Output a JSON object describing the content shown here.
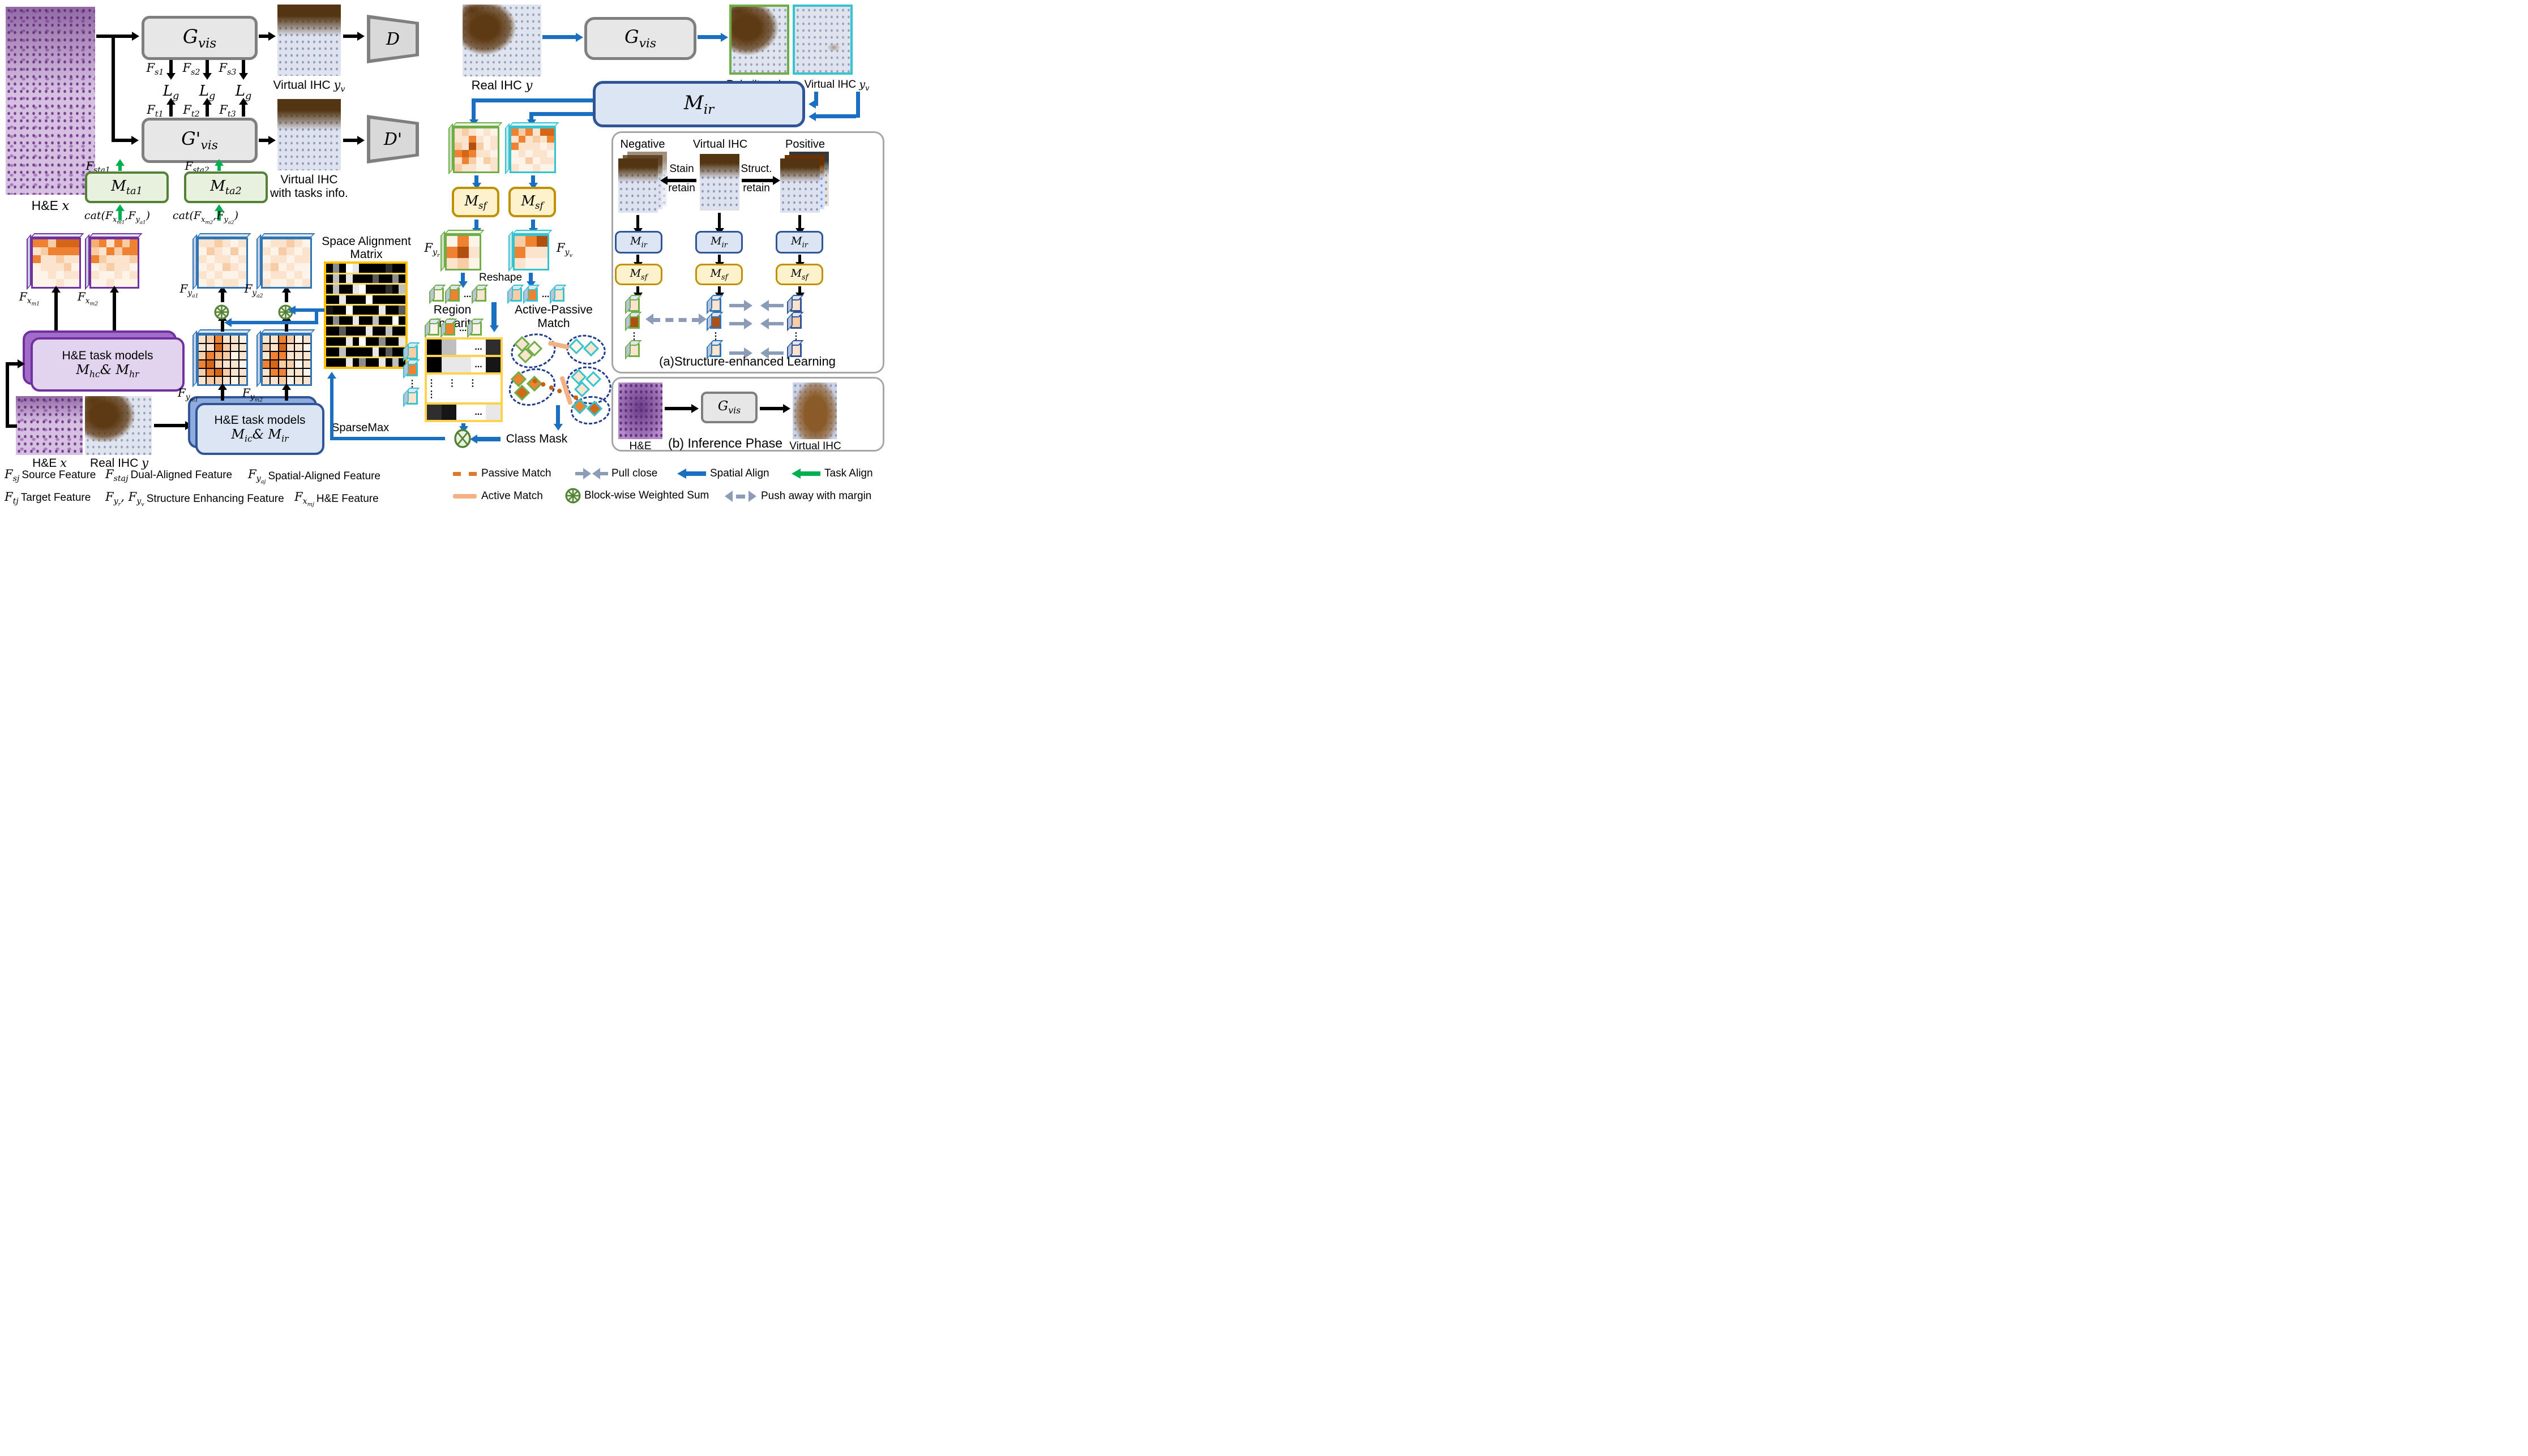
{
  "colors": {
    "blue_arrow": "#1b6fc0",
    "green_arrow": "#00b050",
    "gray_arrow": "#8a9cb8",
    "green_edge": "#6fad47",
    "cyan_edge": "#35c4cf",
    "purple_edge": "#7030a0",
    "navy_edge": "#2f5597",
    "blue_edge": "#2e75b6",
    "yellow_border": "#bf9000",
    "matrix_border": "#ffc000"
  },
  "top_left": {
    "he_img": {
      "pre": "H&E ",
      "sym": "x"
    },
    "gvis": "G_{vis}",
    "gvis_p": "G'_{vis}",
    "fs": [
      "F_{s1}",
      "F_{s2}",
      "F_{s3}"
    ],
    "lg": [
      "L_{g}",
      "L_{g}",
      "L_{g}"
    ],
    "ft": [
      "F_{t1}",
      "F_{t2}",
      "F_{t3}"
    ],
    "d": "D",
    "dp": "D'",
    "vihc": {
      "pre": "Virtual IHC ",
      "sym": "y_{v}"
    },
    "vihc_tasks": [
      "Virtual IHC",
      "with tasks info."
    ],
    "fsta": [
      "F_{sta1}",
      "F_{sta2}"
    ],
    "mta": [
      "M_{ta1}",
      "M_{ta2}"
    ],
    "cat": [
      "cat(F_{x_{m1}},F_{y_{a1}})",
      "cat(F_{x_{m2}},F_{y_{a2}})"
    ]
  },
  "bottom_left": {
    "fxm": [
      "F_{x_{m1}}",
      "F_{x_{m2}}"
    ],
    "fya": [
      "F_{y_{a1}}",
      "F_{y_{a2}}"
    ],
    "fym": [
      "F_{y_{m1}}",
      "F_{y_{m2}}"
    ],
    "purple_box": {
      "line1": "H&E task models",
      "line2": "M_{hc}& M_{hr}"
    },
    "blue_box": {
      "line1": "H&E task models",
      "line2": "M_{ic}& M_{ir}"
    },
    "img_he": {
      "pre": "H&E ",
      "sym": "x"
    },
    "img_ihc": {
      "pre": "Real IHC ",
      "sym": "y"
    },
    "sam_title": [
      "Space Alignment",
      "Matrix"
    ],
    "sparsemax": "SparseMax"
  },
  "middle": {
    "real_ihc": {
      "pre": "Real IHC ",
      "sym": "y"
    },
    "gvis": "G_{vis}",
    "mir": "M_{ir}",
    "rebuilt": {
      "pre": "Rebuilt real ",
      "sym": "y_{r}"
    },
    "vihc": {
      "pre": "Virtual IHC ",
      "sym": "y_{v}"
    },
    "msf": [
      "M_{sf}",
      "M_{sf}"
    ],
    "fyr": "F_{y_{r}}",
    "fyv": "F_{y_{v}}",
    "reshape": "Reshape",
    "region": [
      "Region",
      "Similarity"
    ],
    "apm": [
      "Active-Passive",
      "Match"
    ],
    "class_mask": "Class Mask"
  },
  "panel_a": {
    "neg": "Negative",
    "vihc": "Virtual IHC",
    "pos": "Positive",
    "stain": [
      "Stain",
      "retain"
    ],
    "struct": [
      "Struct.",
      "retain"
    ],
    "mir": [
      "M_{ir}",
      "M_{ir}",
      "M_{ir}"
    ],
    "msf": [
      "M_{sf}",
      "M_{sf}",
      "M_{sf}"
    ],
    "caption": "(a)Structure-enhanced Learning"
  },
  "panel_b": {
    "he": "H&E",
    "caption": "(b) Inference Phase",
    "vihc": "Virtual IHC",
    "gvis": "G_{vis}"
  },
  "legend": {
    "rows": [
      [
        {
          "sym": "F_{sj}",
          "label": "Source Feature"
        },
        {
          "sym": "F_{staj}",
          "label": "Dual-Aligned Feature"
        },
        {
          "sym": "F_{y_{aj}}",
          "label": "Spatial-Aligned Feature"
        },
        {
          "icon": "passive-match",
          "label": "Passive Match"
        },
        {
          "icon": "pull-close",
          "label": "Pull close"
        },
        {
          "icon": "spatial-align",
          "label": "Spatial Align"
        },
        {
          "icon": "task-align",
          "label": "Task Align"
        }
      ],
      [
        {
          "sym": "F_{tj}",
          "label": "Target Feature"
        },
        {
          "sym": "F_{y_{r}}, F_{y_{v}}",
          "label": "Structure Enhancing Feature"
        },
        {
          "sym": "F_{x_{mj}}",
          "label": "H&E Feature"
        },
        {
          "icon": "active-match",
          "label": "Active Match"
        },
        {
          "icon": "block-sum",
          "label": "Block-wise Weighted Sum"
        },
        {
          "icon": "push-away",
          "label": "Push away with margin"
        }
      ]
    ]
  },
  "grids": {
    "palettes": {
      "o": [
        "#fdf3e8",
        "#fbe4cd",
        "#f8cda6",
        "#f4ad72",
        "#ee8230",
        "#d4661a",
        "#b04f10"
      ],
      "g": [
        "#000000",
        "#161616",
        "#2e2e2e",
        "#5a5a5a",
        "#8c8c8c",
        "#bfbfbf",
        "#e8e8e8",
        "#ffffff"
      ]
    },
    "fxm1": [
      [
        4,
        4,
        2,
        5,
        5,
        5
      ],
      [
        1,
        2,
        4,
        4,
        4,
        4
      ],
      [
        4,
        1,
        1,
        2,
        1,
        1
      ],
      [
        0,
        1,
        1,
        1,
        2,
        0
      ],
      [
        0,
        0,
        1,
        0,
        1,
        1
      ],
      [
        0,
        0,
        0,
        1,
        0,
        0
      ]
    ],
    "fxm2": [
      [
        3,
        4,
        1,
        4,
        2,
        4
      ],
      [
        2,
        1,
        4,
        2,
        4,
        4
      ],
      [
        4,
        2,
        1,
        1,
        1,
        2
      ],
      [
        0,
        1,
        2,
        1,
        1,
        0
      ],
      [
        1,
        0,
        0,
        1,
        0,
        1
      ],
      [
        0,
        0,
        1,
        0,
        0,
        0
      ]
    ],
    "fya1": [
      [
        1,
        1,
        2,
        1,
        0,
        1
      ],
      [
        0,
        2,
        1,
        0,
        2,
        0
      ],
      [
        1,
        0,
        1,
        1,
        0,
        1
      ],
      [
        0,
        1,
        0,
        2,
        1,
        0
      ],
      [
        1,
        0,
        1,
        0,
        0,
        1
      ],
      [
        0,
        1,
        0,
        1,
        1,
        0
      ]
    ],
    "fya2": [
      [
        0,
        1,
        1,
        2,
        1,
        0
      ],
      [
        1,
        0,
        2,
        1,
        0,
        1
      ],
      [
        0,
        1,
        1,
        0,
        1,
        1
      ],
      [
        1,
        2,
        0,
        1,
        0,
        0
      ],
      [
        0,
        1,
        1,
        0,
        1,
        0
      ],
      [
        1,
        0,
        0,
        1,
        0,
        1
      ]
    ],
    "fym1": [
      [
        1,
        2,
        4,
        1,
        1,
        0
      ],
      [
        1,
        1,
        5,
        2,
        1,
        1
      ],
      [
        2,
        4,
        3,
        2,
        0,
        1
      ],
      [
        4,
        5,
        2,
        1,
        1,
        0
      ],
      [
        2,
        4,
        5,
        2,
        1,
        1
      ],
      [
        1,
        2,
        2,
        1,
        0,
        1
      ]
    ],
    "fym2": [
      [
        1,
        1,
        4,
        2,
        0,
        1
      ],
      [
        2,
        1,
        5,
        1,
        1,
        0
      ],
      [
        1,
        4,
        4,
        1,
        1,
        1
      ],
      [
        4,
        5,
        2,
        2,
        0,
        1
      ],
      [
        1,
        4,
        4,
        1,
        1,
        0
      ],
      [
        1,
        1,
        2,
        0,
        1,
        1
      ]
    ],
    "hm_green": [
      [
        1,
        2,
        1,
        0,
        1,
        0
      ],
      [
        1,
        1,
        4,
        1,
        0,
        1
      ],
      [
        2,
        1,
        6,
        2,
        0,
        1
      ],
      [
        4,
        5,
        4,
        1,
        1,
        0
      ],
      [
        1,
        4,
        2,
        0,
        2,
        1
      ],
      [
        2,
        1,
        1,
        0,
        0,
        1
      ]
    ],
    "hm_cyan": [
      [
        4,
        2,
        4,
        1,
        5,
        5
      ],
      [
        1,
        4,
        1,
        2,
        1,
        4
      ],
      [
        4,
        1,
        1,
        1,
        0,
        1
      ],
      [
        0,
        1,
        0,
        1,
        1,
        0
      ],
      [
        0,
        0,
        2,
        0,
        1,
        1
      ],
      [
        1,
        0,
        0,
        1,
        0,
        0
      ]
    ],
    "fyr": [
      [
        0,
        4,
        0
      ],
      [
        4,
        6,
        1
      ],
      [
        1,
        2,
        0
      ]
    ],
    "fyv": [
      [
        2,
        4,
        6
      ],
      [
        4,
        1,
        1
      ],
      [
        1,
        0,
        0
      ]
    ],
    "sam": [
      [
        0,
        4,
        0,
        7,
        6,
        0,
        0,
        0,
        0,
        2,
        0,
        0
      ],
      [
        0,
        5,
        0,
        6,
        0,
        0,
        0,
        3,
        0,
        0,
        4,
        0
      ],
      [
        0,
        5,
        0,
        0,
        6,
        7,
        0,
        0,
        0,
        2,
        0,
        5
      ],
      [
        0,
        0,
        6,
        0,
        0,
        0,
        7,
        0,
        0,
        0,
        0,
        0
      ],
      [
        1,
        0,
        0,
        7,
        0,
        0,
        0,
        0,
        6,
        0,
        0,
        3
      ],
      [
        0,
        4,
        0,
        0,
        6,
        0,
        0,
        5,
        0,
        0,
        7,
        0
      ],
      [
        0,
        0,
        3,
        0,
        0,
        0,
        6,
        0,
        0,
        5,
        0,
        0
      ],
      [
        0,
        0,
        0,
        6,
        0,
        7,
        0,
        0,
        4,
        0,
        0,
        6
      ],
      [
        0,
        0,
        5,
        0,
        0,
        0,
        0,
        6,
        0,
        3,
        0,
        0
      ],
      [
        0,
        0,
        0,
        6,
        0,
        4,
        0,
        0,
        6,
        0,
        5,
        0
      ]
    ],
    "sim": [
      [
        "0",
        "5",
        "7",
        "d",
        "2"
      ],
      [
        "0",
        "6",
        "6",
        "d",
        "1"
      ],
      "vdots",
      [
        "2",
        "1",
        "7",
        "d",
        "6"
      ]
    ],
    "reshape_green": [
      "0",
      "4",
      "d",
      "1"
    ],
    "reshape_cyan": [
      "2",
      "4",
      "d",
      "1"
    ],
    "sim_top": [
      "0",
      "4",
      "d",
      "0"
    ],
    "sim_left": [
      "2",
      "4",
      "v",
      "1"
    ],
    "pa_green": [
      "1",
      "6",
      "v",
      "1"
    ],
    "pa_blue": [
      "1",
      "6",
      "v",
      "1"
    ],
    "pa_navy": [
      "1",
      "2",
      "v",
      "1"
    ]
  }
}
